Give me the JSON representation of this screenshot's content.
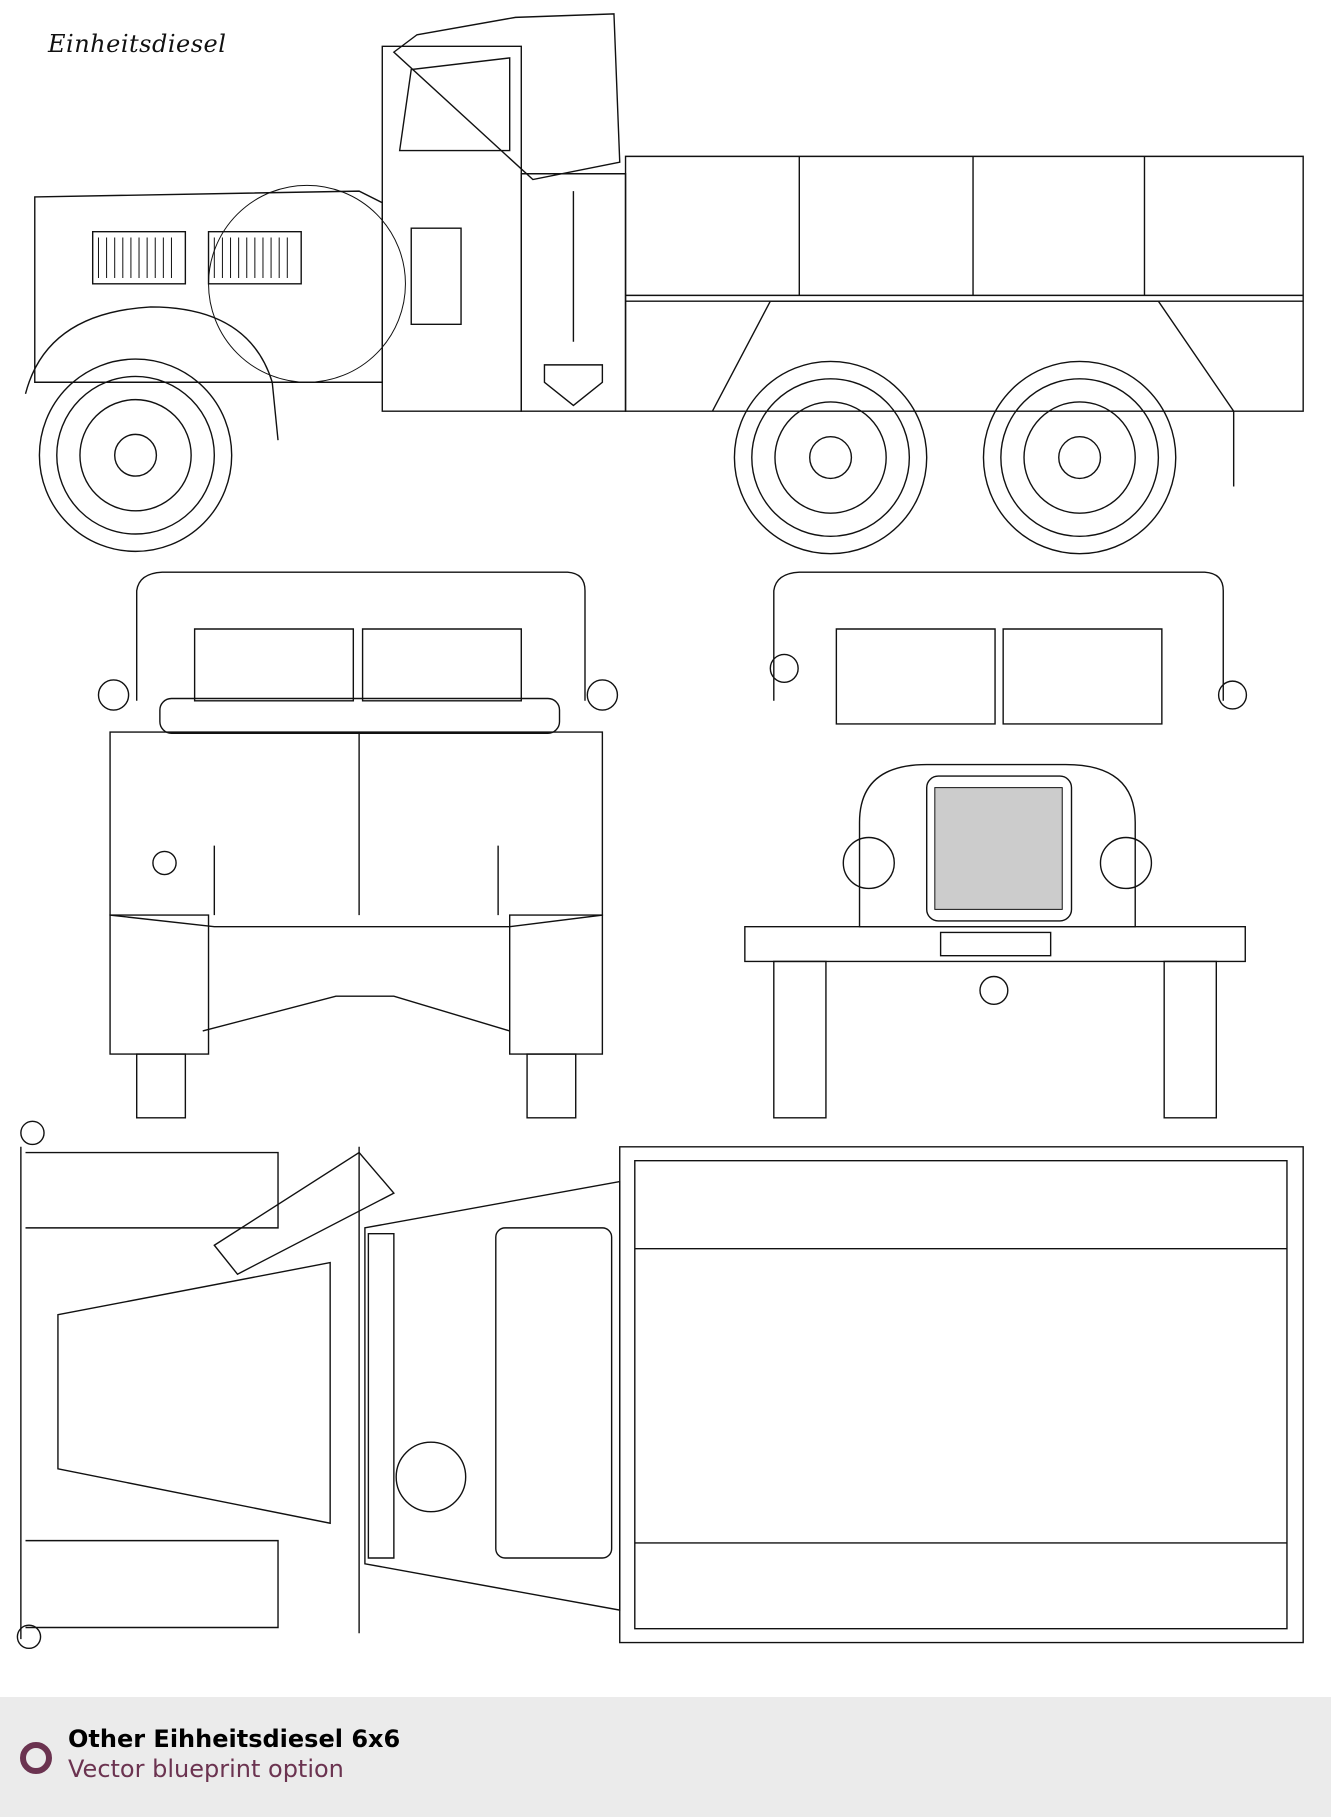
{
  "drawing": {
    "label": "Einheitsdiesel"
  },
  "footer": {
    "title": "Other Eihheitsdiesel 6x6",
    "subtitle": "Vector blueprint option",
    "icon": "ring-icon",
    "accent_color": "#6b3350",
    "background_color": "#ebebeb"
  }
}
